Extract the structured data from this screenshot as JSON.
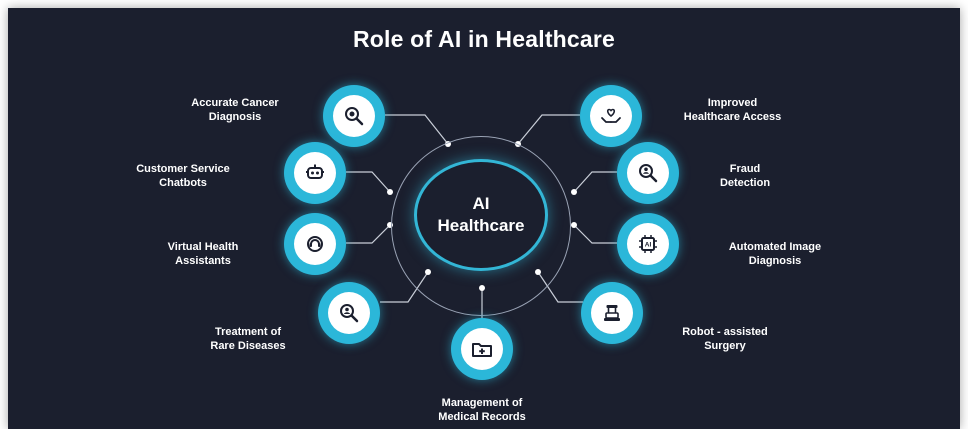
{
  "title": "Role of AI in Healthcare",
  "hub": {
    "label": "AI\nHealthcare"
  },
  "colors": {
    "background": "#1b1f2e",
    "accent": "#2bb7d9",
    "text": "#ffffff"
  },
  "nodes": [
    {
      "label": "Accurate Cancer\nDiagnosis",
      "icon": "magnifier-cell-icon"
    },
    {
      "label": "Customer Service\nChatbots",
      "icon": "chatbot-icon"
    },
    {
      "label": "Virtual Health\nAssistants",
      "icon": "assistant-icon"
    },
    {
      "label": "Treatment of\nRare Diseases",
      "icon": "search-person-icon"
    },
    {
      "label": "Management of\nMedical Records",
      "icon": "medical-folder-icon"
    },
    {
      "label": "Improved\nHealthcare Access",
      "icon": "heart-hands-icon"
    },
    {
      "label": "Fraud\nDetection",
      "icon": "fraud-magnifier-icon"
    },
    {
      "label": "Automated Image\nDiagnosis",
      "icon": "ai-chip-icon"
    },
    {
      "label": "Robot - assisted\nSurgery",
      "icon": "robot-arm-icon"
    }
  ]
}
